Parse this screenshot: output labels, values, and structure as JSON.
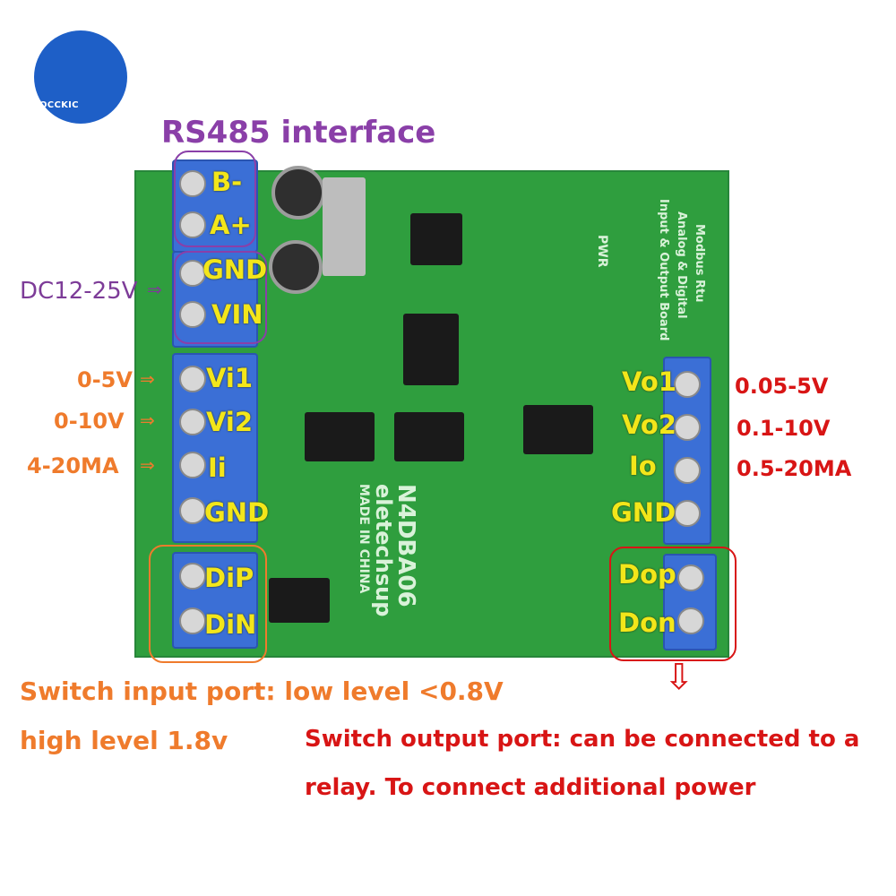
{
  "brand": {
    "logo_text": "OCCKIC"
  },
  "header": {
    "rs485_label": "RS485 interface"
  },
  "left_labels": {
    "power": "DC12-25V",
    "vi1": "0-5V",
    "vi2": "0-10V",
    "ii": "4-20MA"
  },
  "left_terminals": {
    "b_minus": "B-",
    "a_plus": "A+",
    "gnd_top": "GND",
    "vin": "VIN",
    "vi1": "Vi1",
    "vi2": "Vi2",
    "ii": "Ii",
    "gnd_mid": "GND",
    "dip": "DiP",
    "din": "DiN"
  },
  "right_terminals": {
    "vo1": "Vo1",
    "vo2": "Vo2",
    "io": "Io",
    "gnd": "GND",
    "dop": "Dop",
    "don": "Don"
  },
  "right_labels": {
    "vo1_range": "0.05-5V",
    "vo2_range": "0.1-10V",
    "io_range": "0.5-20MA"
  },
  "board_text": {
    "model": "N4DBA06",
    "vendor": "eletechsup",
    "origin": "MADE IN CHINA",
    "desc_line1": "Modbus Rtu",
    "desc_line2": "Analog & Digital",
    "desc_line3": "Input & Output Board",
    "pwr": "PWR"
  },
  "notes": {
    "input_line1": "Switch input port: low level <0.8V",
    "input_line2": "high level 1.8v",
    "output_line1": "Switch output port: can be connected to a",
    "output_line2": "relay. To connect additional power"
  },
  "colors": {
    "board": "#2f9e3e",
    "terminal_block": "#3b6fd6",
    "terminal_text": "#f3e61a",
    "purple": "#8a3fa8",
    "orange": "#ef7b2c",
    "red": "#d81515"
  }
}
